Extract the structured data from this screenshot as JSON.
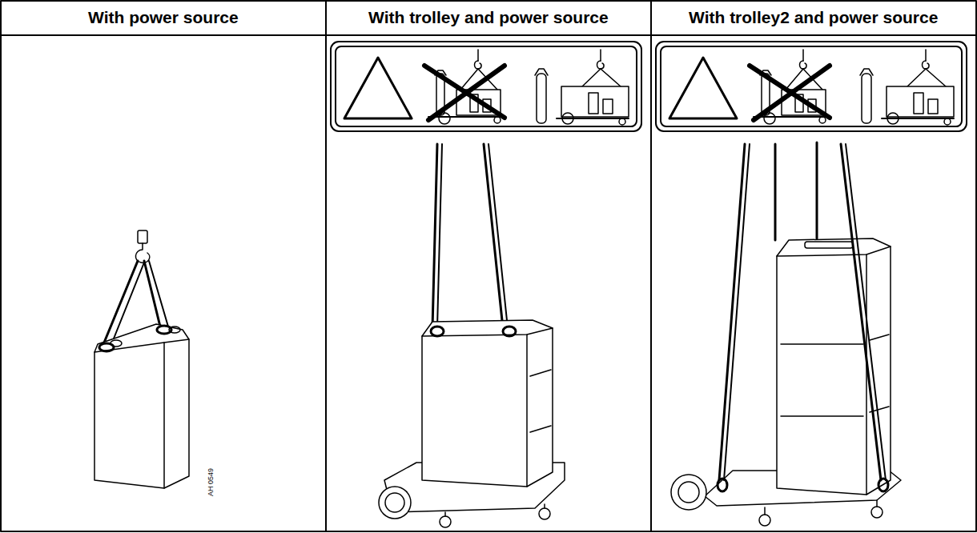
{
  "diagram": {
    "labels": [
      "With power source",
      "With trolley and power source",
      "With trolley2 and power source",
      "AH 0549"
    ]
  }
}
